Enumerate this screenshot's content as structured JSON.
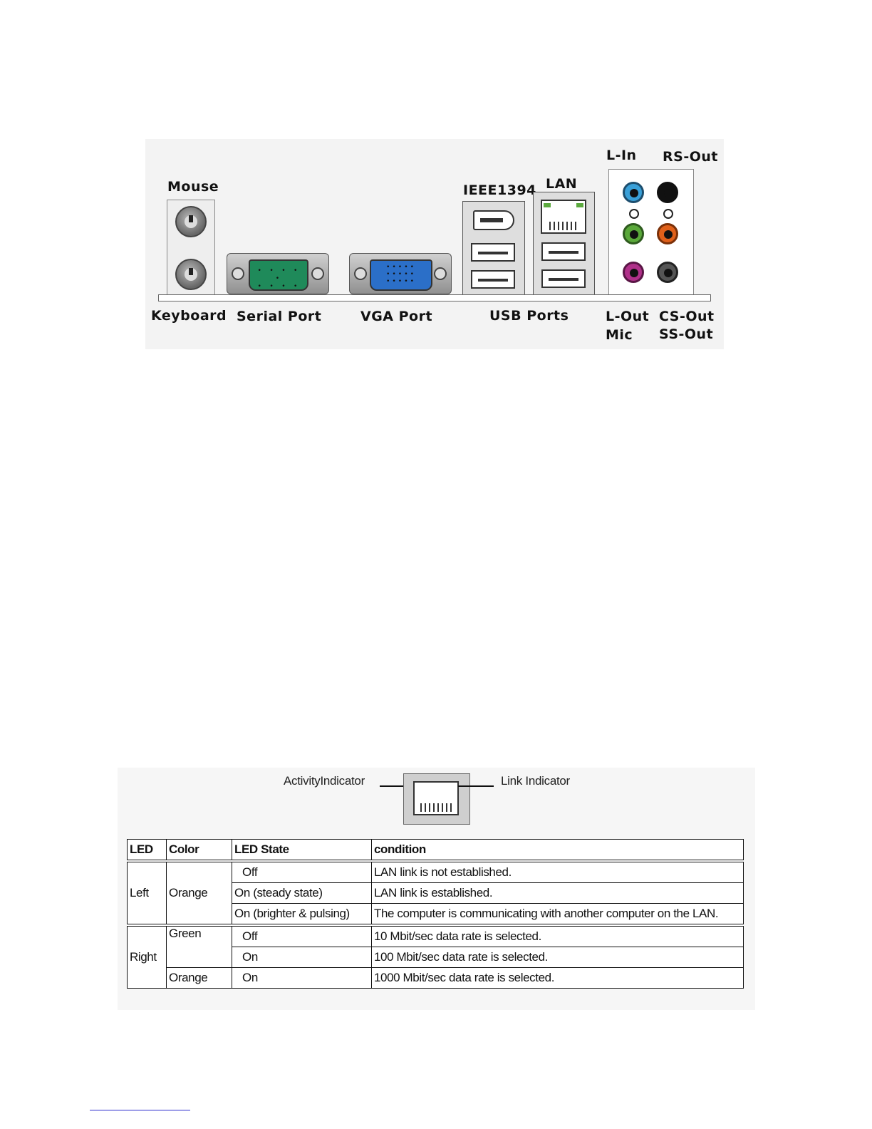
{
  "back_panel": {
    "labels": {
      "mouse": "Mouse",
      "keyboard": "Keyboard",
      "serial": "Serial Port",
      "vga": "VGA Port",
      "ieee1394": "IEEE1394",
      "lan": "LAN",
      "usb": "USB Ports",
      "l_in": "L-In",
      "rs_out": "RS-Out",
      "l_out": "L-Out",
      "cs_out": "CS-Out",
      "mic": "Mic",
      "ss_out": "SS-Out"
    },
    "colors": {
      "serial_shell": "#1f8a5a",
      "vga_shell": "#2b6fc8",
      "line_in": "#3aa0d8",
      "rear_out": "#111111",
      "line_out": "#5aa83a",
      "center_out": "#e0601a",
      "mic": "#b0308a",
      "side_out": "#555555",
      "lan_led": "#5caa3f"
    }
  },
  "led_diagram": {
    "activity_label": "ActivityIndicator",
    "link_label": "Link Indicator"
  },
  "led_table": {
    "headers": [
      "LED",
      "Color",
      "LED State",
      "condition"
    ],
    "left": {
      "led": "Left",
      "color": "Orange",
      "rows": [
        {
          "state": "Off",
          "condition": "LAN link is not established."
        },
        {
          "state": "On (steady state)",
          "condition": "LAN link is established."
        },
        {
          "state": "On (brighter & pulsing)",
          "condition": "The computer is communicating with another computer on the LAN."
        }
      ]
    },
    "right": {
      "led": "Right",
      "green": "Green",
      "orange": "Orange",
      "rows": [
        {
          "state": "Off",
          "condition": "10 Mbit/sec data rate is selected."
        },
        {
          "state": "On",
          "condition": "100 Mbit/sec data rate is selected."
        },
        {
          "state": "On",
          "condition": "1000 Mbit/sec data rate is selected."
        }
      ]
    }
  }
}
